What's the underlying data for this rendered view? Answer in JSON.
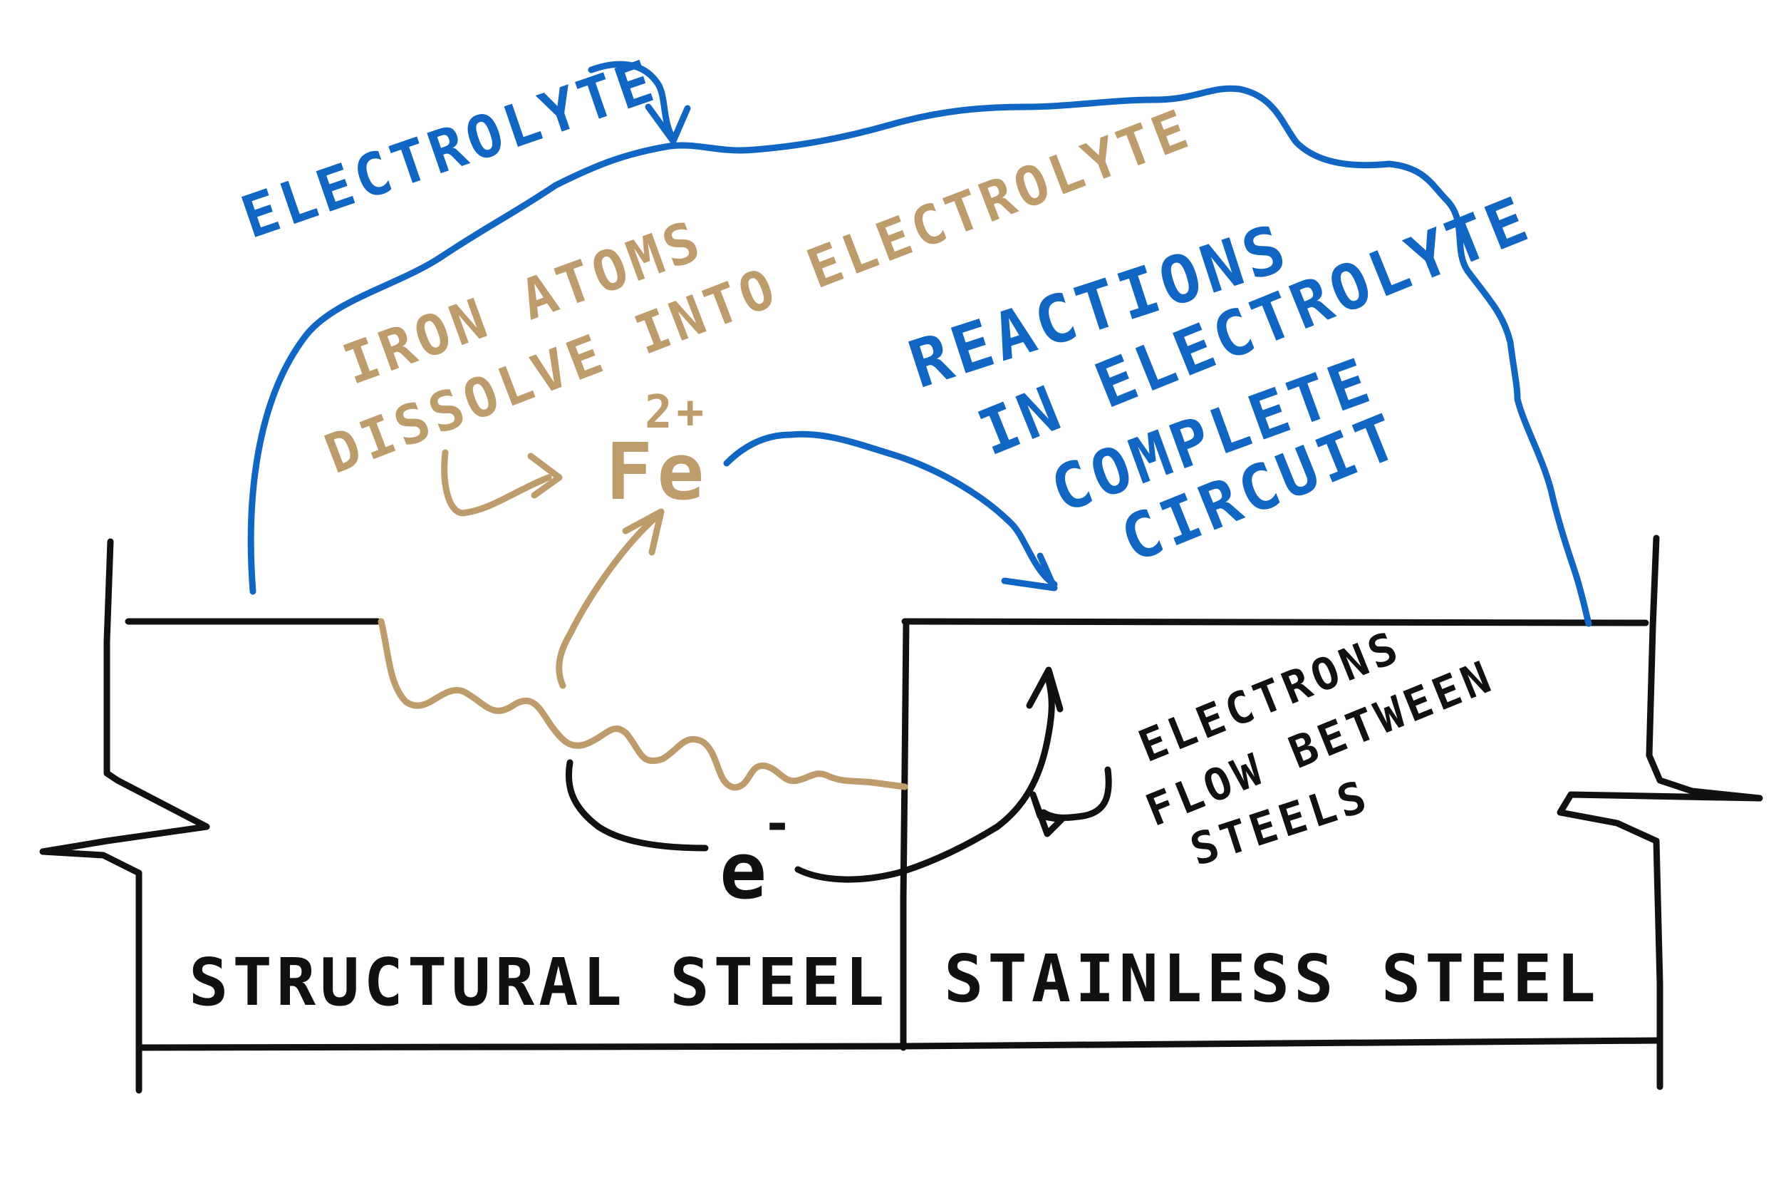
{
  "colors": {
    "ink_black": "#111111",
    "ink_blue": "#1166c4",
    "ink_tan": "#bd9b6a",
    "background": "#ffffff"
  },
  "labels": {
    "electrolyte": "ELECTROLYTE",
    "iron_line1": "IRON ATOMS",
    "iron_line2": "DISSOLVE INTO ELECTROLYTE",
    "reactions_line1": "REACTIONS",
    "reactions_line2": "IN ELECTROLYTE",
    "reactions_line3": "COMPLETE",
    "reactions_line4": "CIRCUIT",
    "ion_base": "Fe",
    "ion_charge": "2+",
    "electron_base": "e",
    "electron_charge": "-",
    "electrons_line1": "ELECTRONS",
    "electrons_line2": "FLOW BETWEEN",
    "electrons_line3": "STEELS",
    "structural_steel": "STRUCTURAL STEEL",
    "stainless_steel": "STAINLESS STEEL"
  }
}
